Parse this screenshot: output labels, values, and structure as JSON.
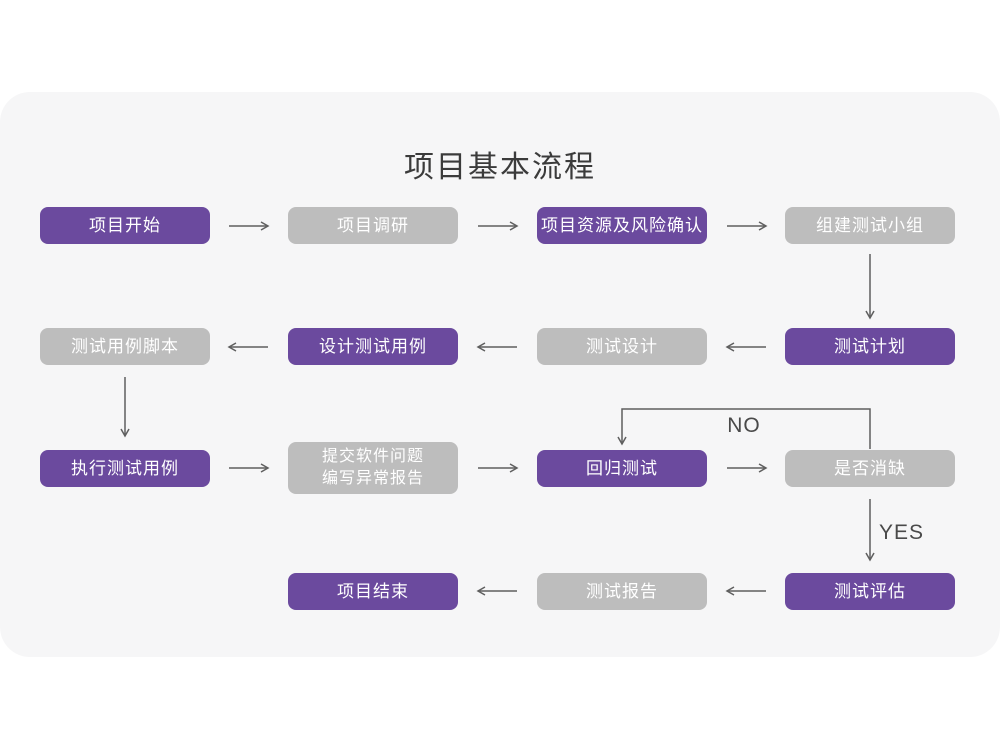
{
  "title": "项目基本流程",
  "edge_labels": {
    "no": "NO",
    "yes": "YES"
  },
  "colors": {
    "primary_node": "#6b4a9e",
    "secondary_node": "#bdbdbd",
    "node_text": "#ffffff",
    "canvas_card": "#f6f6f7",
    "page_background": "#ffffff",
    "arrow": "#5f5f5f",
    "title_text": "#3b3b3b"
  },
  "nodes": [
    {
      "label": "项目开始",
      "type": "primary"
    },
    {
      "label": "项目调研",
      "type": "secondary"
    },
    {
      "label": "项目资源及风险确认",
      "type": "primary"
    },
    {
      "label": "组建测试小组",
      "type": "secondary"
    },
    {
      "label": "测试计划",
      "type": "primary"
    },
    {
      "label": "测试设计",
      "type": "secondary"
    },
    {
      "label": "设计测试用例",
      "type": "primary"
    },
    {
      "label": "测试用例脚本",
      "type": "secondary"
    },
    {
      "label": "执行测试用例",
      "type": "primary"
    },
    {
      "label": "提交软件问题\n编写异常报告",
      "type": "secondary"
    },
    {
      "label": "回归测试",
      "type": "primary"
    },
    {
      "label": "是否消缺",
      "type": "secondary"
    },
    {
      "label": "测试评估",
      "type": "primary"
    },
    {
      "label": "测试报告",
      "type": "secondary"
    },
    {
      "label": "项目结束",
      "type": "primary"
    }
  ]
}
